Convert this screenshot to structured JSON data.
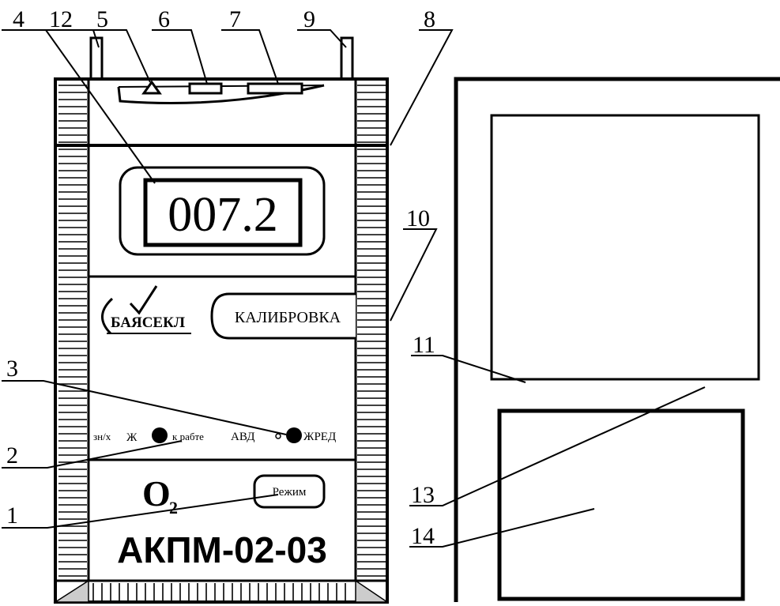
{
  "device": {
    "display_value": "007.2",
    "brand_label": "БАЯСЕКЛ",
    "calibration_button": "КАЛИБРОВКА",
    "indicator_left": {
      "prefix": "зн/х",
      "symbol": "Ж",
      "suffix": "к рабте"
    },
    "indicator_right": {
      "prefix": "АВД",
      "suffix": "ЖРЕД"
    },
    "mode_button": "Режим",
    "gas": "O",
    "gas_subscript": "2",
    "model": "АКПМ-02-03"
  },
  "callouts": {
    "c1": "1",
    "c2": "2",
    "c3": "3",
    "c4": "4",
    "c5": "5",
    "c6": "6",
    "c7": "7",
    "c8": "8",
    "c9": "9",
    "c10": "10",
    "c11": "11",
    "c12": "12",
    "c13": "13",
    "c14": "14"
  }
}
